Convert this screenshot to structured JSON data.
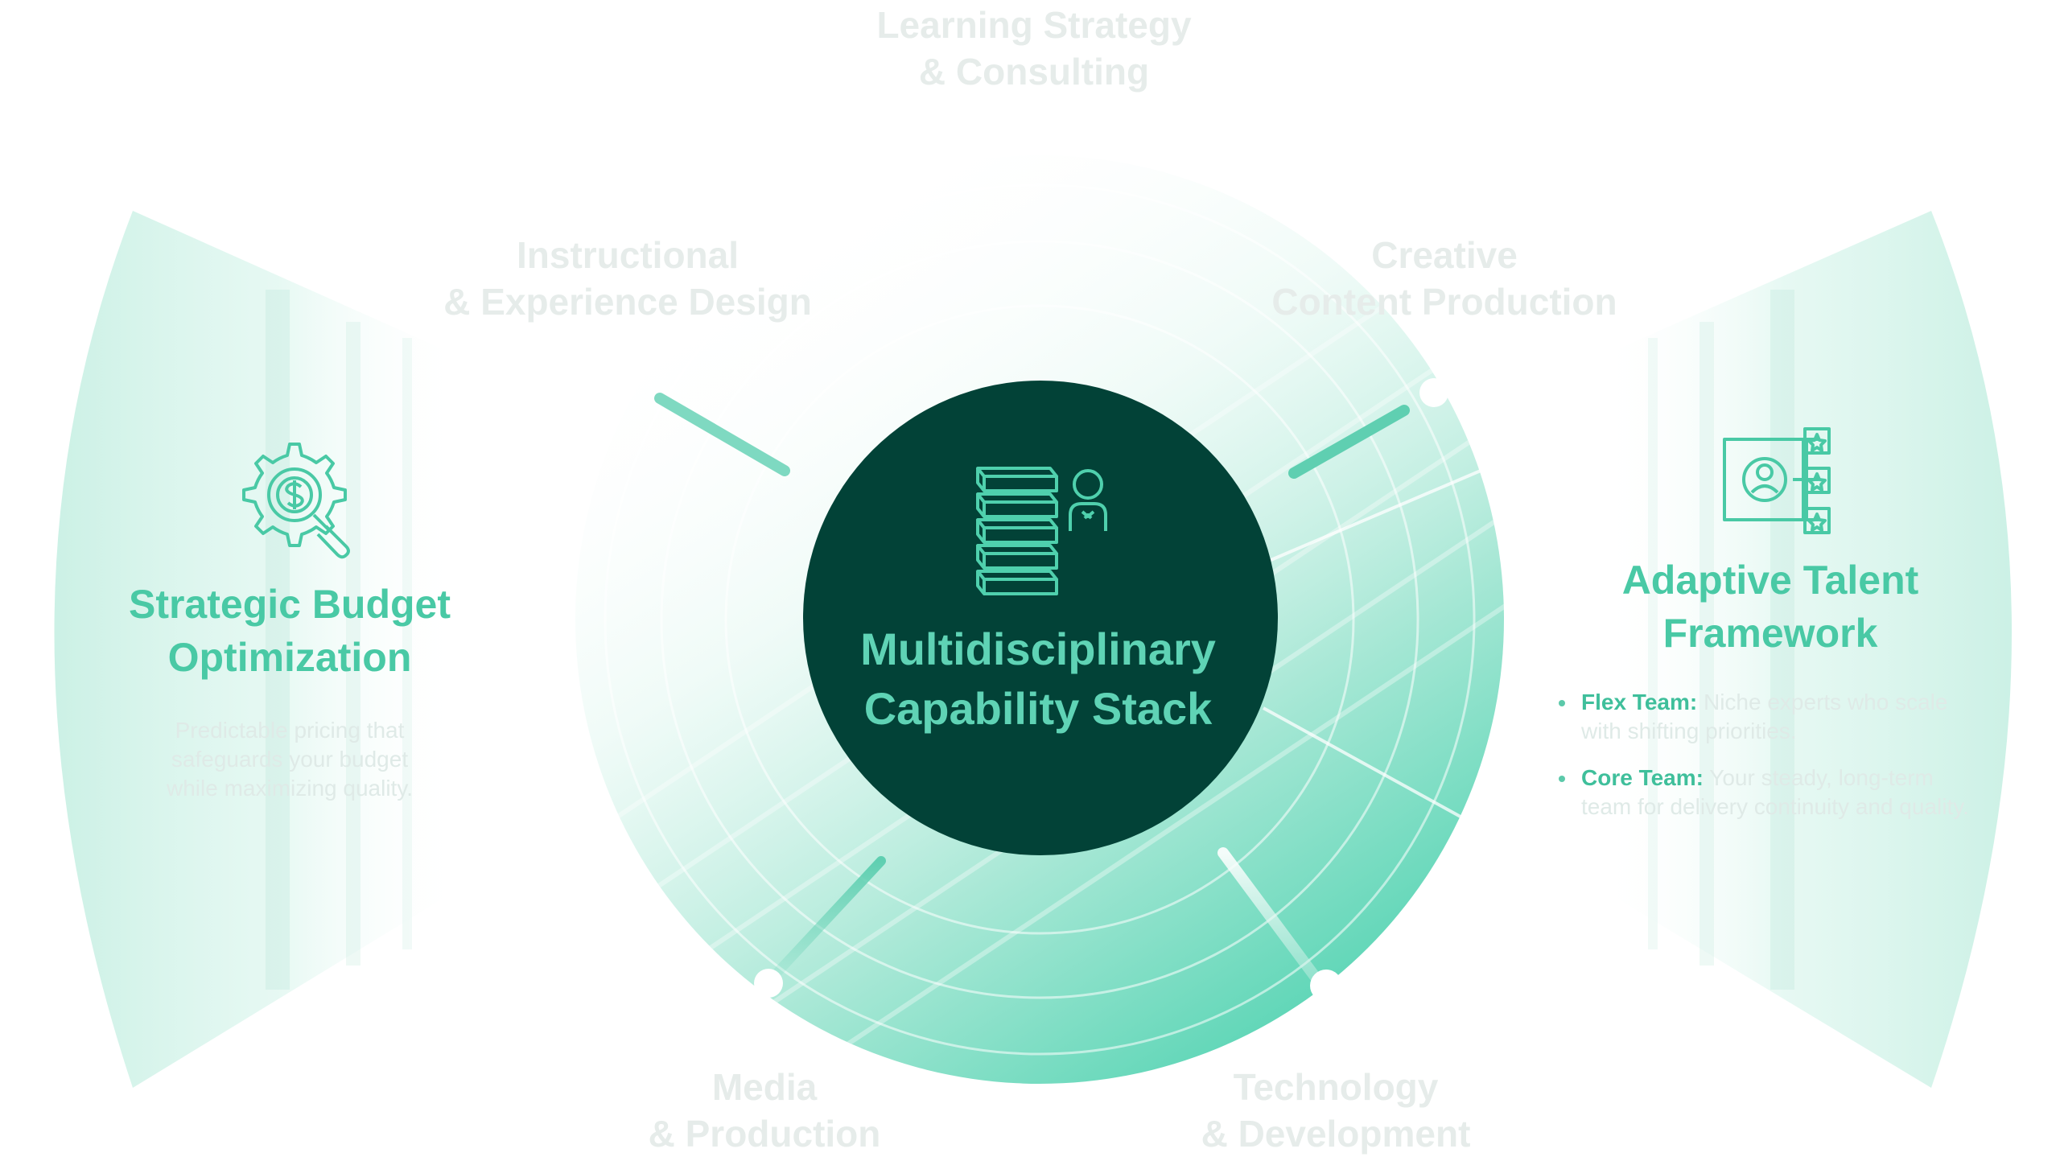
{
  "center": {
    "title_line1": "Multidisciplinary",
    "title_line2": "Capability Stack",
    "icon": "capability-stack-icon"
  },
  "spokes": [
    {
      "line1": "Learning Strategy",
      "line2": "& Consulting"
    },
    {
      "line1": "Instructional",
      "line2": "& Experience Design"
    },
    {
      "line1": "Creative",
      "line2": "Content Production"
    },
    {
      "line1": "Media",
      "line2": "& Production"
    },
    {
      "line1": "Technology",
      "line2": "& Development"
    }
  ],
  "left_panel": {
    "icon": "budget-gear-search-icon",
    "title_line1": "Strategic Budget",
    "title_line2": "Optimization",
    "body_line1": "Predictable pricing that",
    "body_line2": "safeguards your budget",
    "body_line3": "while maximizing quality."
  },
  "right_panel": {
    "icon": "talent-framework-icon",
    "title_line1": "Adaptive Talent",
    "title_line2": "Framework",
    "bullets": [
      {
        "key": "Flex Team:",
        "line1": "Niche experts who scale",
        "line2": "with shifting priorities."
      },
      {
        "key": "Core Team:",
        "line1": "Your steady, long-term",
        "line2": "team for delivery continuity and quality."
      }
    ]
  },
  "colors": {
    "center_fill": "#024237",
    "accent": "#49c9a5",
    "accent_light": "#5fd3b5",
    "panel_tint": "#d4f3ea"
  }
}
